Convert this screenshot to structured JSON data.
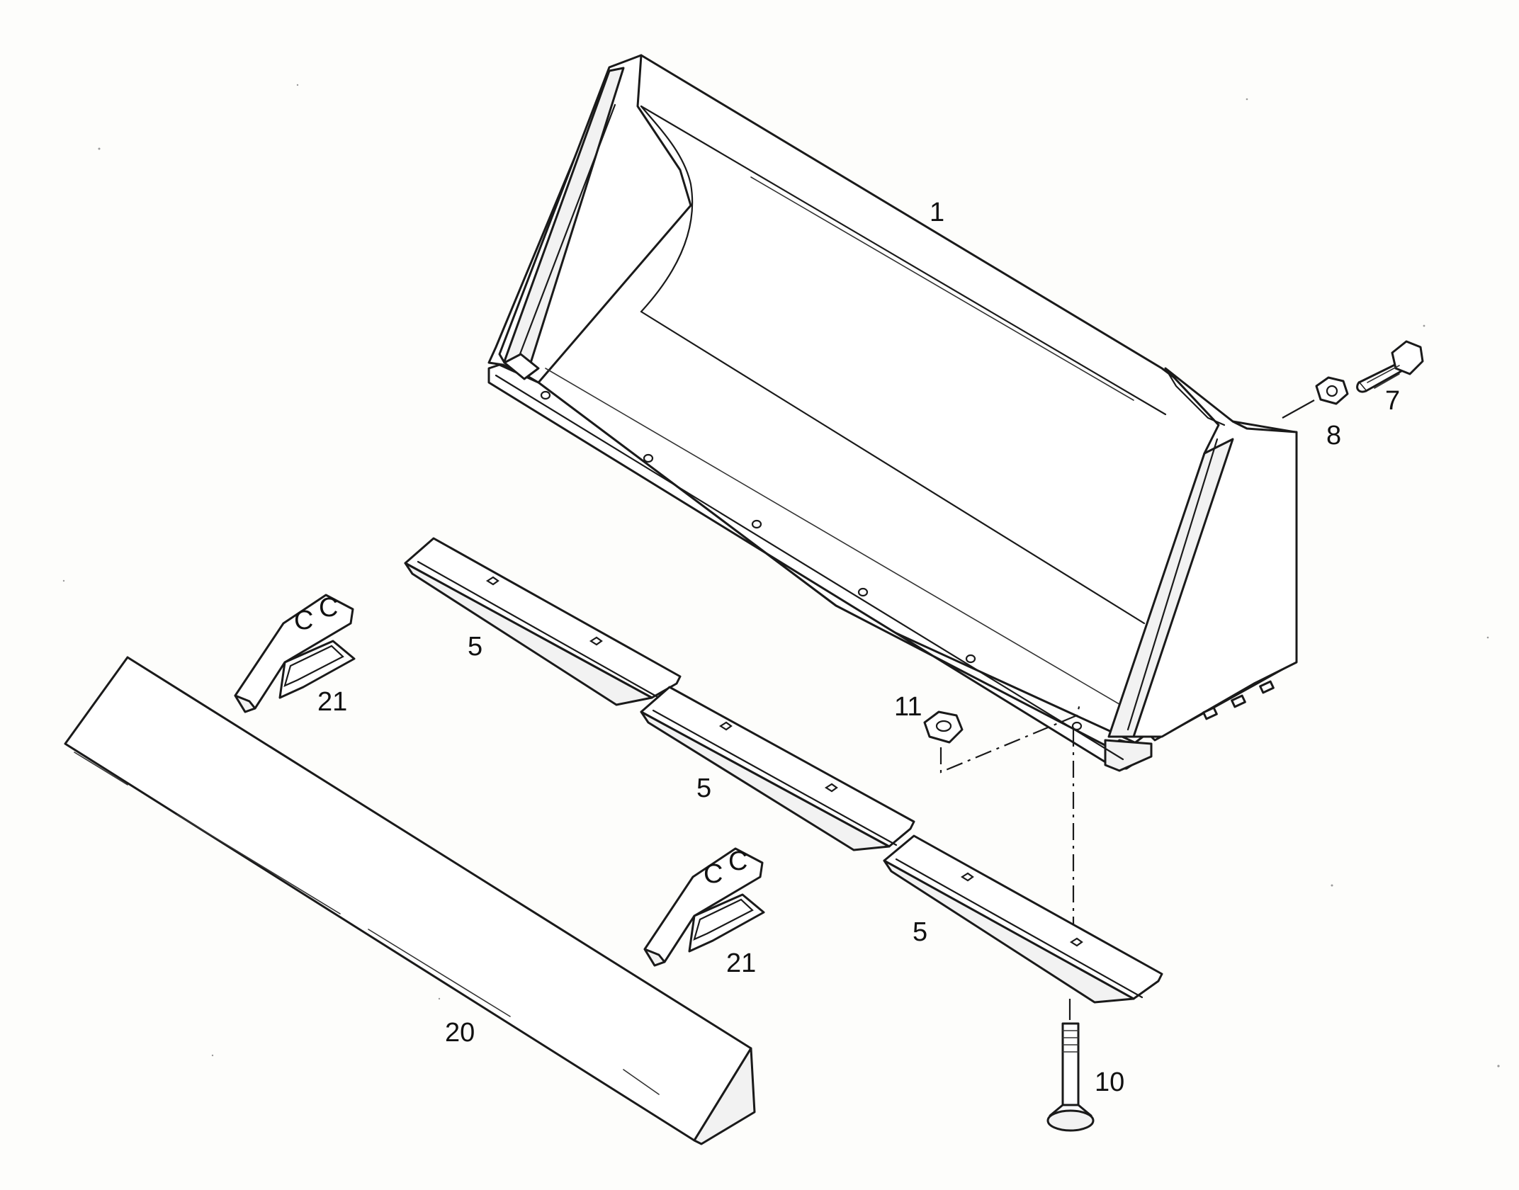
{
  "diagram": {
    "callouts": {
      "bucket": "1",
      "cutting_edge_left": "5",
      "cutting_edge_middle": "5",
      "cutting_edge_right": "5",
      "bolt_7": "7",
      "nut_8": "8",
      "bolt_10": "10",
      "nut_11": "11",
      "bolt_on_edge": "20",
      "clamp_left": "21",
      "clamp_right": "21"
    }
  }
}
